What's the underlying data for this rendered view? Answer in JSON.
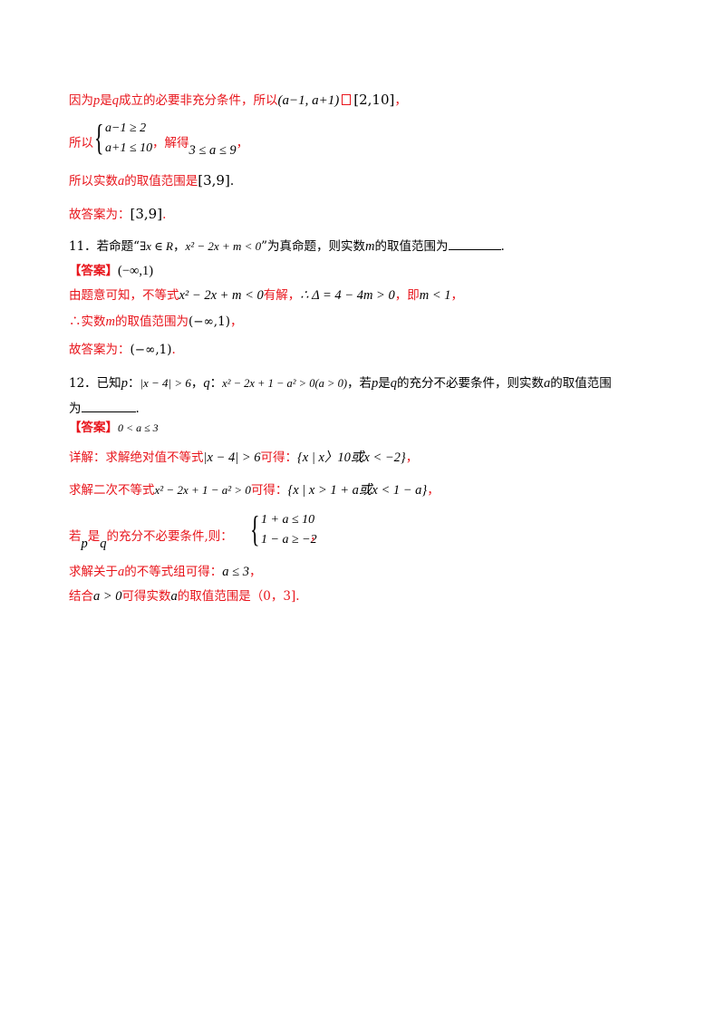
{
  "l1": {
    "text": "因为",
    "p": "p",
    "mid": "是",
    "q": "q",
    "rest": "成立的必要非充分条件，所以",
    "m1": "(a−1, a+1)",
    "m2": "[2,10]",
    "end": "，"
  },
  "l2": {
    "pre": "所以",
    "r1": "a−1 ≥ 2",
    "r2": "a+1 ≤ 10",
    "mid": "，解得",
    "res": "3 ≤ a ≤ 9",
    "end": "，"
  },
  "l3": {
    "pre": "所以实数",
    "a": "a",
    "mid": "的取值范围是",
    "m": "[3,9]",
    "end": "."
  },
  "l4": {
    "pre": "故答案为：",
    "m": "[3,9]",
    "end": "."
  },
  "q11": {
    "num": "11．若命题“",
    "m1": "∃x ∈ R",
    "sep": "，",
    "m2": "x² − 2x + m < 0",
    "mid": "”为真命题，则实数",
    "mv": "m",
    "rest": "的取值范围为",
    "end": "."
  },
  "a11": {
    "tag": "【答案】",
    "m": "(−∞,1)"
  },
  "s11a": {
    "pre": "由题意可知，不等式",
    "m1": "x² − 2x + m < 0",
    "mid": "有解，",
    "m2": "∴ Δ = 4 − 4m > 0",
    "mid2": "，即",
    "m3": "m < 1",
    "end": "，"
  },
  "s11b": {
    "pre": "∴实数",
    "mv": "m",
    "mid": "的取值范围为",
    "m": "(−∞,1)",
    "end": "，"
  },
  "s11c": {
    "pre": "故答案为：",
    "m": "(−∞,1)",
    "end": "."
  },
  "q12a": {
    "pre": "12．已知",
    "p": "p",
    "c1": "：",
    "m1": "|x − 4| > 6",
    "sep": "，",
    "q": "q",
    "c2": "：",
    "m2": "x² − 2x + 1 − a² > 0(a > 0)",
    "mid": "，若",
    "p2": "p",
    "mid2": "是",
    "q2": "q",
    "rest": "的充分不必要条件，则实数",
    "a": "a",
    "end": "的取值范围"
  },
  "q12b": {
    "pre": "为",
    "end": "."
  },
  "a12": {
    "tag": "【答案】",
    "m": "0 < a ≤ 3"
  },
  "s12a": {
    "pre": "详解：求解绝对值不等式",
    "m1": "|x − 4| > 6",
    "mid": "可得：",
    "m2": "{x | x〉10或x < −2}",
    "end": "，"
  },
  "s12b": {
    "pre": "求解二次不等式",
    "m1": "x² − 2x + 1 − a² > 0",
    "mid": "可得：",
    "m2": "{x | x > 1 + a或x < 1 − a}",
    "end": "，"
  },
  "s12c": {
    "pre": "若",
    "p": "p",
    "mid": "是",
    "q": "q",
    "rest": "的充分不必要条件,则：",
    "r1": "1 + a ≤ 10",
    "r2": "1 − a ≥ −2",
    "end": "，"
  },
  "s12d": {
    "pre": "求解关于",
    "a": "a",
    "mid": "的不等式组可得：",
    "m": "a ≤ 3",
    "end": "，"
  },
  "s12e": {
    "pre": "结合",
    "m": "a > 0",
    "mid": "可得实数",
    "a": "a",
    "rest": "的取值范围是（0，3]."
  }
}
